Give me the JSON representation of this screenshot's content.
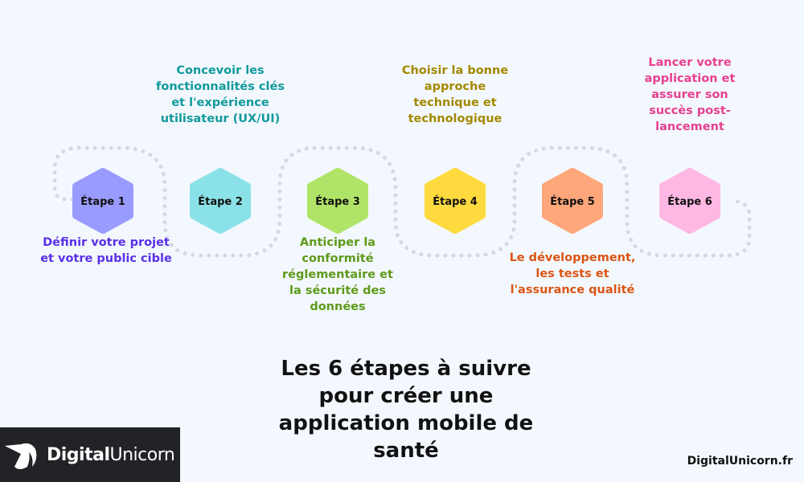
{
  "title": "Les 6 étapes à suivre pour créer une application mobile de santé",
  "logo": {
    "text_bold": "Digital",
    "text_light": "Unicorn",
    "icon": "unicorn-head-icon"
  },
  "website": "DigitalUnicorn.fr",
  "path_color": "#d3d8e6",
  "steps": [
    {
      "label": "Étape 1",
      "description": "Définir votre projet et votre public cible",
      "fill": "#9a9bff",
      "text_color": "#5a2fe6",
      "position": "below"
    },
    {
      "label": "Étape 2",
      "description": "Concevoir les fonctionnalités clés et l'expérience utilisateur (UX/UI)",
      "fill": "#8ae2e8",
      "text_color": "#109a9c",
      "position": "above"
    },
    {
      "label": "Étape 3",
      "description": "Anticiper la conformité réglementaire et la sécurité des données",
      "fill": "#b0e468",
      "text_color": "#5e9a1a",
      "position": "below"
    },
    {
      "label": "Étape 4",
      "description": "Choisir la bonne approche technique et technologique",
      "fill": "#ffda3e",
      "text_color": "#a38800",
      "position": "above"
    },
    {
      "label": "Étape 5",
      "description": "Le développement, les tests et l'assurance qualité",
      "fill": "#ffa67a",
      "text_color": "#dc5514",
      "position": "below"
    },
    {
      "label": "Étape 6",
      "description": "Lancer votre application et assurer son succès post-lancement",
      "fill": "#ffb8e4",
      "text_color": "#e8408e",
      "position": "above"
    }
  ]
}
